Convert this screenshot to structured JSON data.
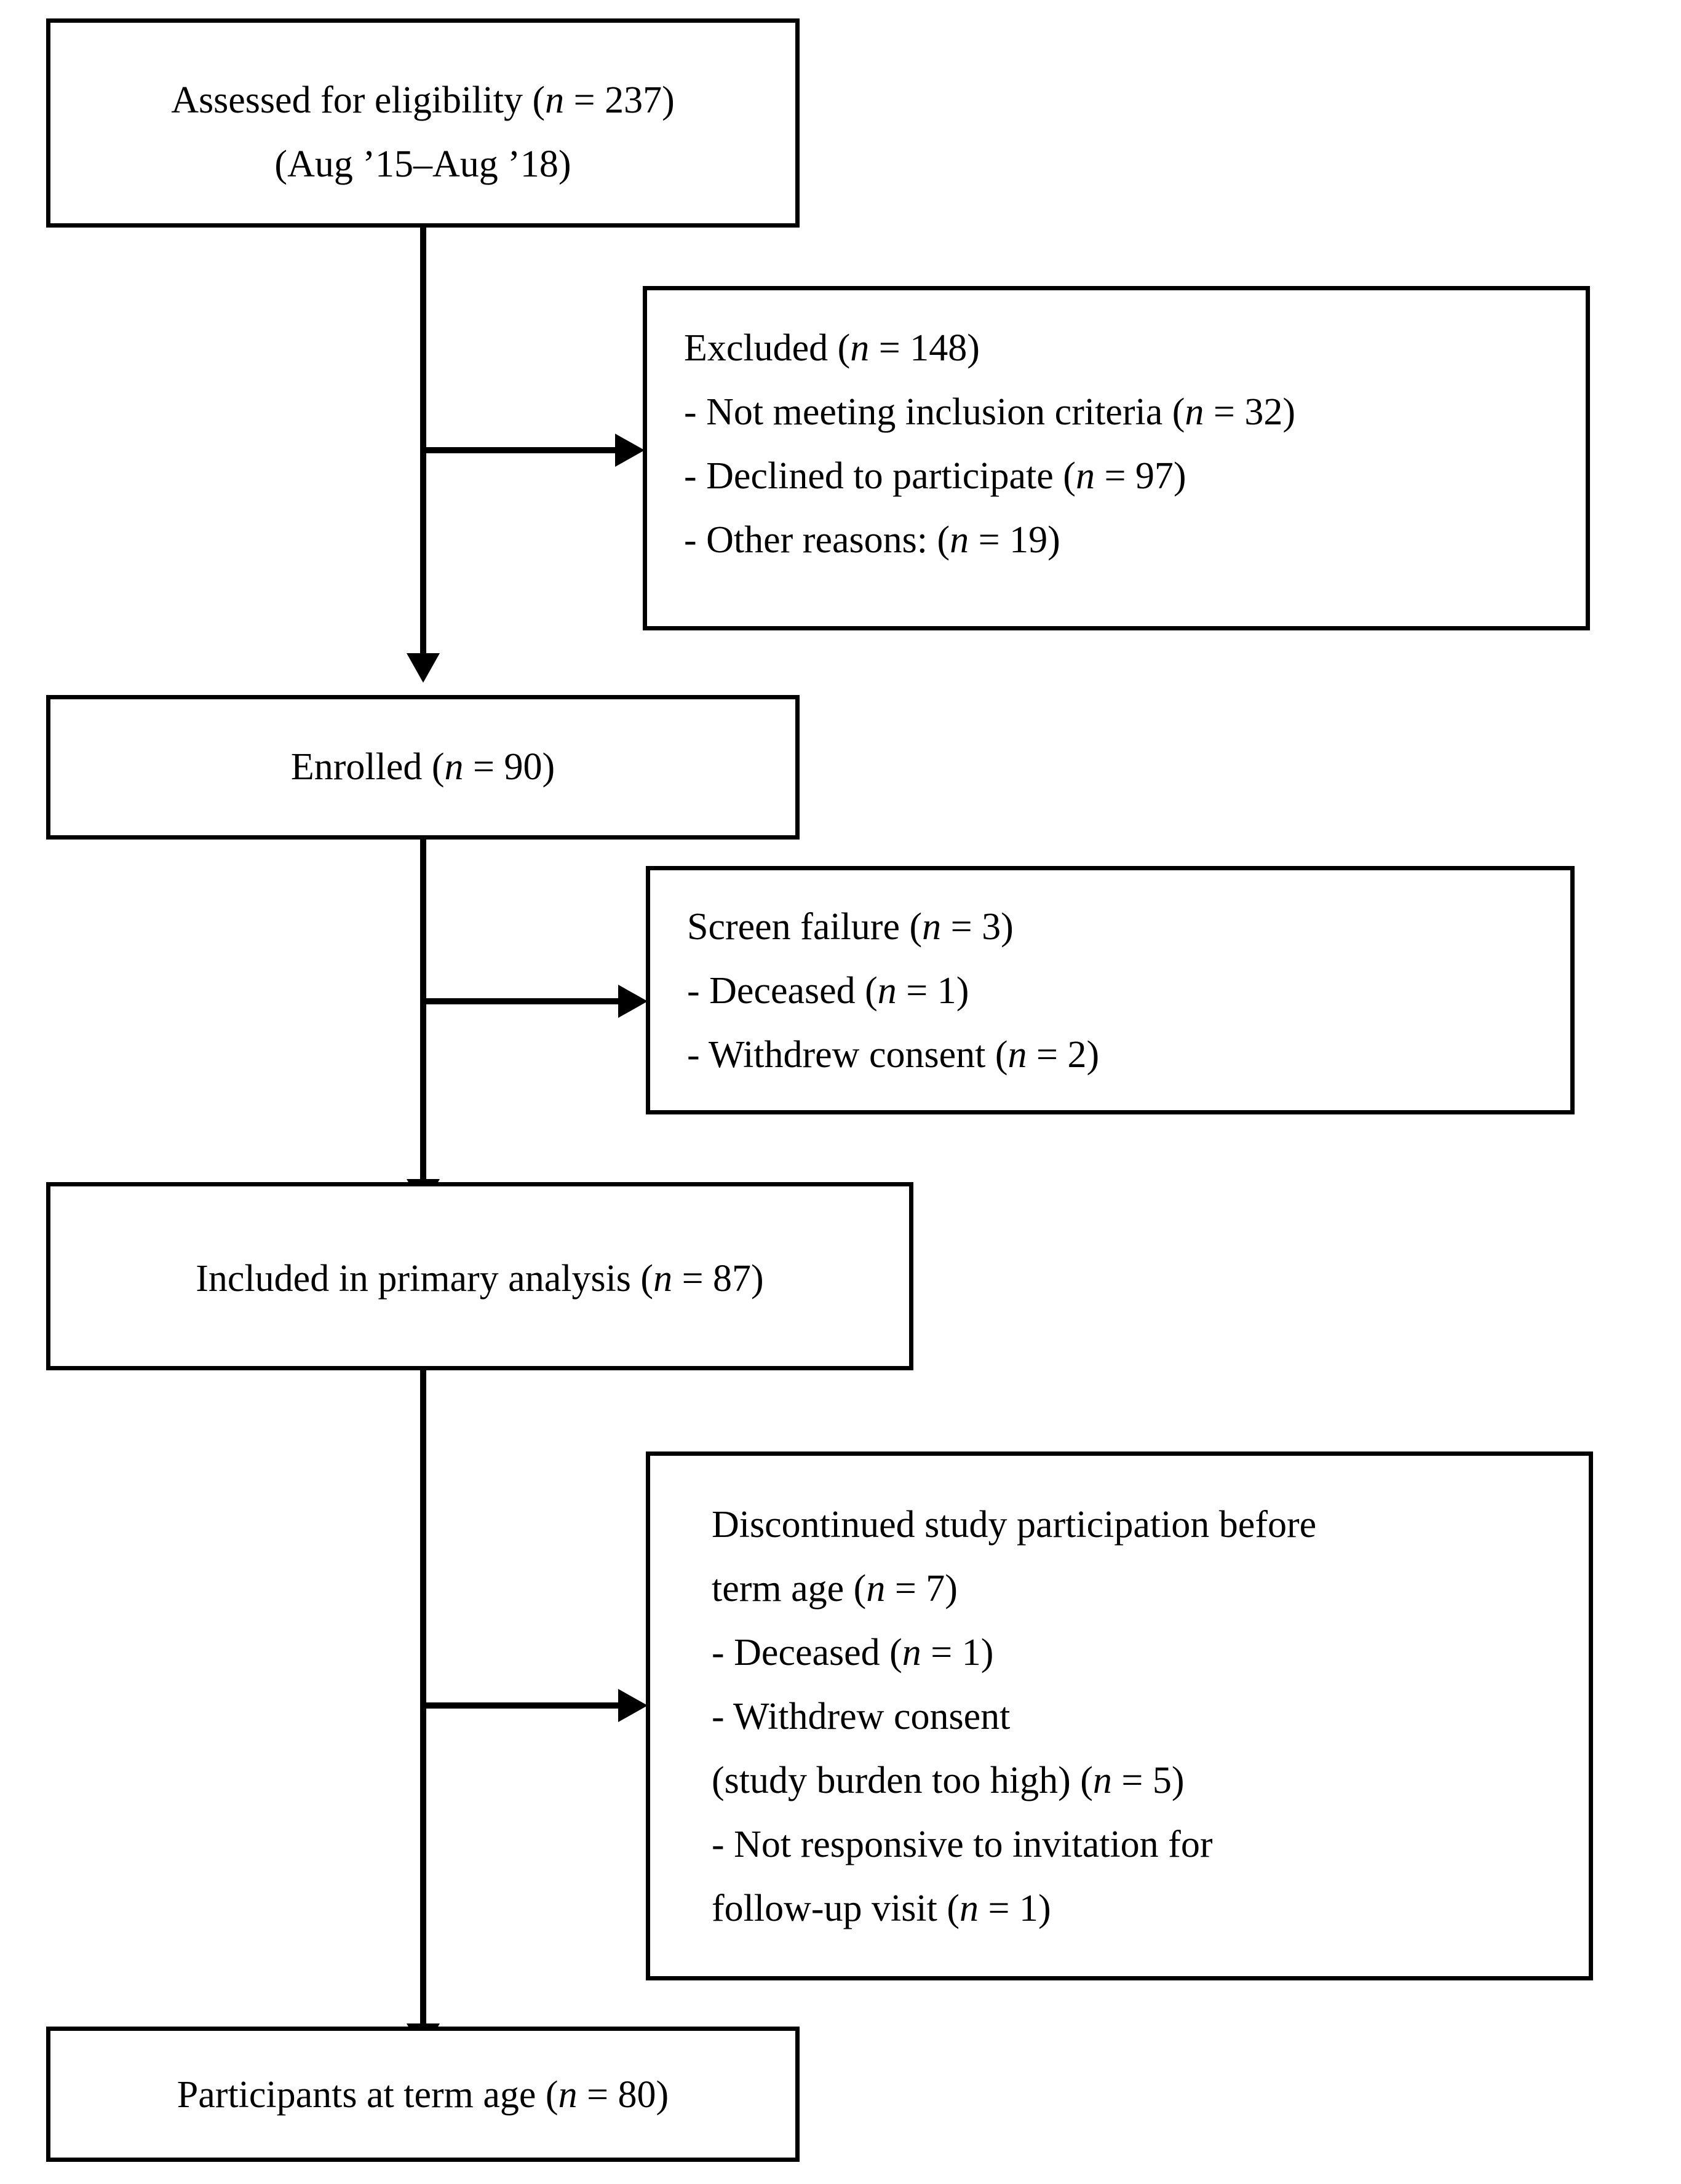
{
  "diagram": {
    "title": "CONSORT participant flow diagram",
    "type": "flowchart",
    "colors": {
      "stroke": "#000000",
      "background": "#ffffff",
      "text": "#000000"
    },
    "nodes": {
      "assessed": {
        "name": "assessed-for-eligibility",
        "line1_prefix": "Assessed for eligibility (",
        "line1_italic": "n",
        "line1_suffix": " = 237)",
        "line2": "(Aug ’15–Aug ’18)",
        "n": 237,
        "period": "Aug ’15–Aug ’18"
      },
      "excluded": {
        "name": "excluded",
        "heading_prefix": "Excluded (",
        "heading_italic": "n",
        "heading_suffix": " = 148)",
        "n": 148,
        "reasons": [
          {
            "prefix": "- Not meeting inclusion criteria (",
            "italic": "n",
            "suffix": " = 32)",
            "label": "Not meeting inclusion criteria",
            "n": 32
          },
          {
            "prefix": "- Declined to participate (",
            "italic": "n",
            "suffix": " = 97)",
            "label": "Declined to participate",
            "n": 97
          },
          {
            "prefix": "- Other reasons: (",
            "italic": "n",
            "suffix": " = 19)",
            "label": "Other reasons:",
            "n": 19
          }
        ]
      },
      "enrolled": {
        "name": "enrolled",
        "prefix": "Enrolled (",
        "italic": "n",
        "suffix": " = 90)",
        "n": 90
      },
      "screen_failure": {
        "name": "screen-failure",
        "heading_prefix": "Screen failure (",
        "heading_italic": "n",
        "heading_suffix": " = 3)",
        "n": 3,
        "reasons": [
          {
            "prefix": "- Deceased (",
            "italic": "n",
            "suffix": " = 1)",
            "label": "Deceased",
            "n": 1
          },
          {
            "prefix": "- Withdrew consent (",
            "italic": "n",
            "suffix": " = 2)",
            "label": "Withdrew consent",
            "n": 2
          }
        ]
      },
      "included": {
        "name": "included-in-primary-analysis",
        "prefix": "Included in primary analysis (",
        "italic": "n",
        "suffix": " = 87)",
        "n": 87
      },
      "discontinued": {
        "name": "discontinued-study-participation",
        "heading_line1": "Discontinued study participation before",
        "heading_line2_prefix": "term age (",
        "heading_italic": "n",
        "heading_line2_suffix": " = 7)",
        "n": 7,
        "reasons": [
          {
            "prefix": "- Deceased (",
            "italic": "n",
            "suffix": " = 1)",
            "label": "Deceased",
            "n": 1
          },
          {
            "prefix": "- Withdrew consent",
            "italic": "",
            "suffix": "",
            "label": "Withdrew consent",
            "n": null
          },
          {
            "prefix": "(study burden too high) (",
            "italic": "n",
            "suffix": " = 5)",
            "label": "(study burden too high)",
            "n": 5
          },
          {
            "prefix": "- Not responsive to invitation for",
            "italic": "",
            "suffix": "",
            "label": "Not responsive to invitation for",
            "n": null
          },
          {
            "prefix": "follow-up visit (",
            "italic": "n",
            "suffix": " = 1)",
            "label": "follow-up visit",
            "n": 1
          }
        ]
      },
      "participants": {
        "name": "participants-at-term-age",
        "prefix": "Participants at term age (",
        "italic": "n",
        "suffix": " = 80)",
        "n": 80
      }
    }
  }
}
